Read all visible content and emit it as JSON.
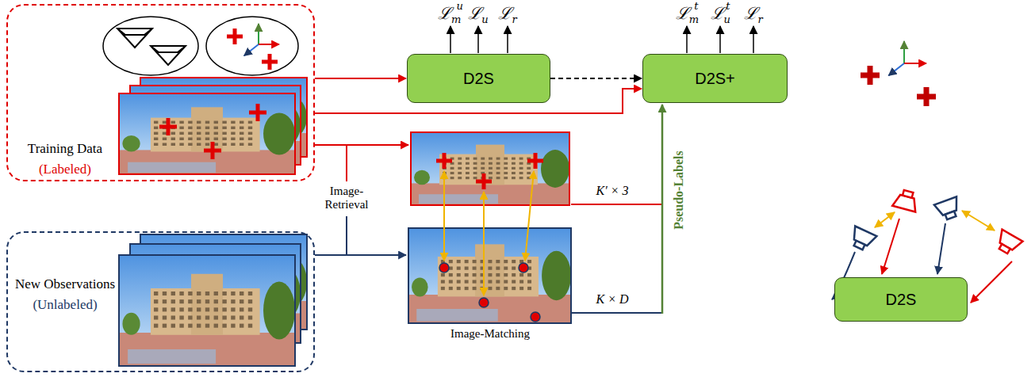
{
  "diagram": {
    "nodes": [
      {
        "text": [
          "Training Data",
          "(Labeled)"
        ]
      },
      {
        "text": [
          "New Observations",
          "(Unlabeled)"
        ]
      },
      {
        "text": [
          "D2S"
        ]
      },
      {
        "text": [
          "D2S+"
        ]
      },
      {
        "text": [
          "D2S"
        ]
      }
    ],
    "edges": [
      {
        "from": 0,
        "to": 2,
        "arrow": "to"
      },
      {
        "from": 2,
        "to": 3,
        "arrow": "to"
      },
      {
        "from": 0,
        "to": 3,
        "arrow": "to"
      }
    ],
    "labels": [
      "ℒmu",
      "ℒu",
      "ℒr",
      "ℒmt",
      "ℒut",
      "ℒr",
      "K′ × 3",
      "K × D",
      "Image-Retrieval",
      "Image-Matching",
      "Pseudo-Labels"
    ]
  }
}
